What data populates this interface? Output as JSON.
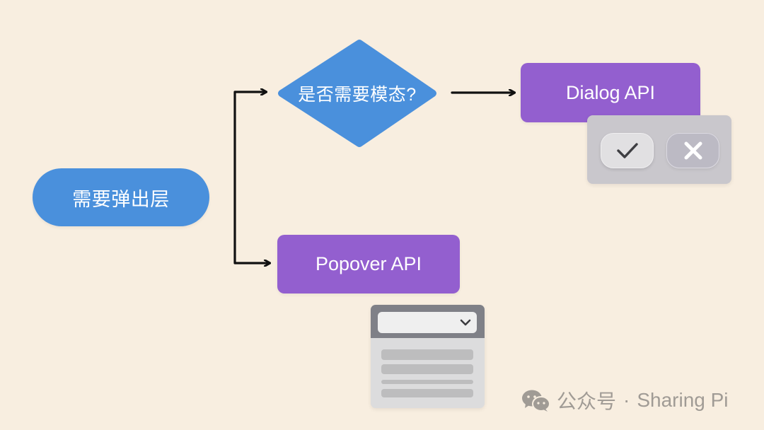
{
  "diagram": {
    "type": "flowchart",
    "nodes": {
      "start": {
        "label": "需要弹出层",
        "shape": "pill",
        "color": "#4a90dc"
      },
      "decision": {
        "label": "是否需要模态?",
        "shape": "diamond",
        "color": "#4a90dc"
      },
      "dialog": {
        "label": "Dialog API",
        "shape": "rectangle",
        "color": "#935fcf"
      },
      "popover": {
        "label": "Popover API",
        "shape": "rectangle",
        "color": "#935fcf"
      }
    },
    "edges": [
      {
        "from": "start",
        "to": "decision"
      },
      {
        "from": "start",
        "to": "popover"
      },
      {
        "from": "decision",
        "to": "dialog"
      }
    ],
    "illustrations": {
      "dialog_mock": {
        "buttons": [
          {
            "icon": "check-icon"
          },
          {
            "icon": "close-icon"
          }
        ]
      },
      "popover_mock": {
        "select_icon": "chevron-down-icon",
        "list_lines": 4
      }
    }
  },
  "watermark": {
    "icon": "wechat-icon",
    "prefix": "公众号",
    "separator": "·",
    "name": "Sharing Pi"
  },
  "colors": {
    "background": "#f8eee0",
    "blue": "#4a90dc",
    "purple": "#935fcf",
    "arrow": "#111111"
  }
}
